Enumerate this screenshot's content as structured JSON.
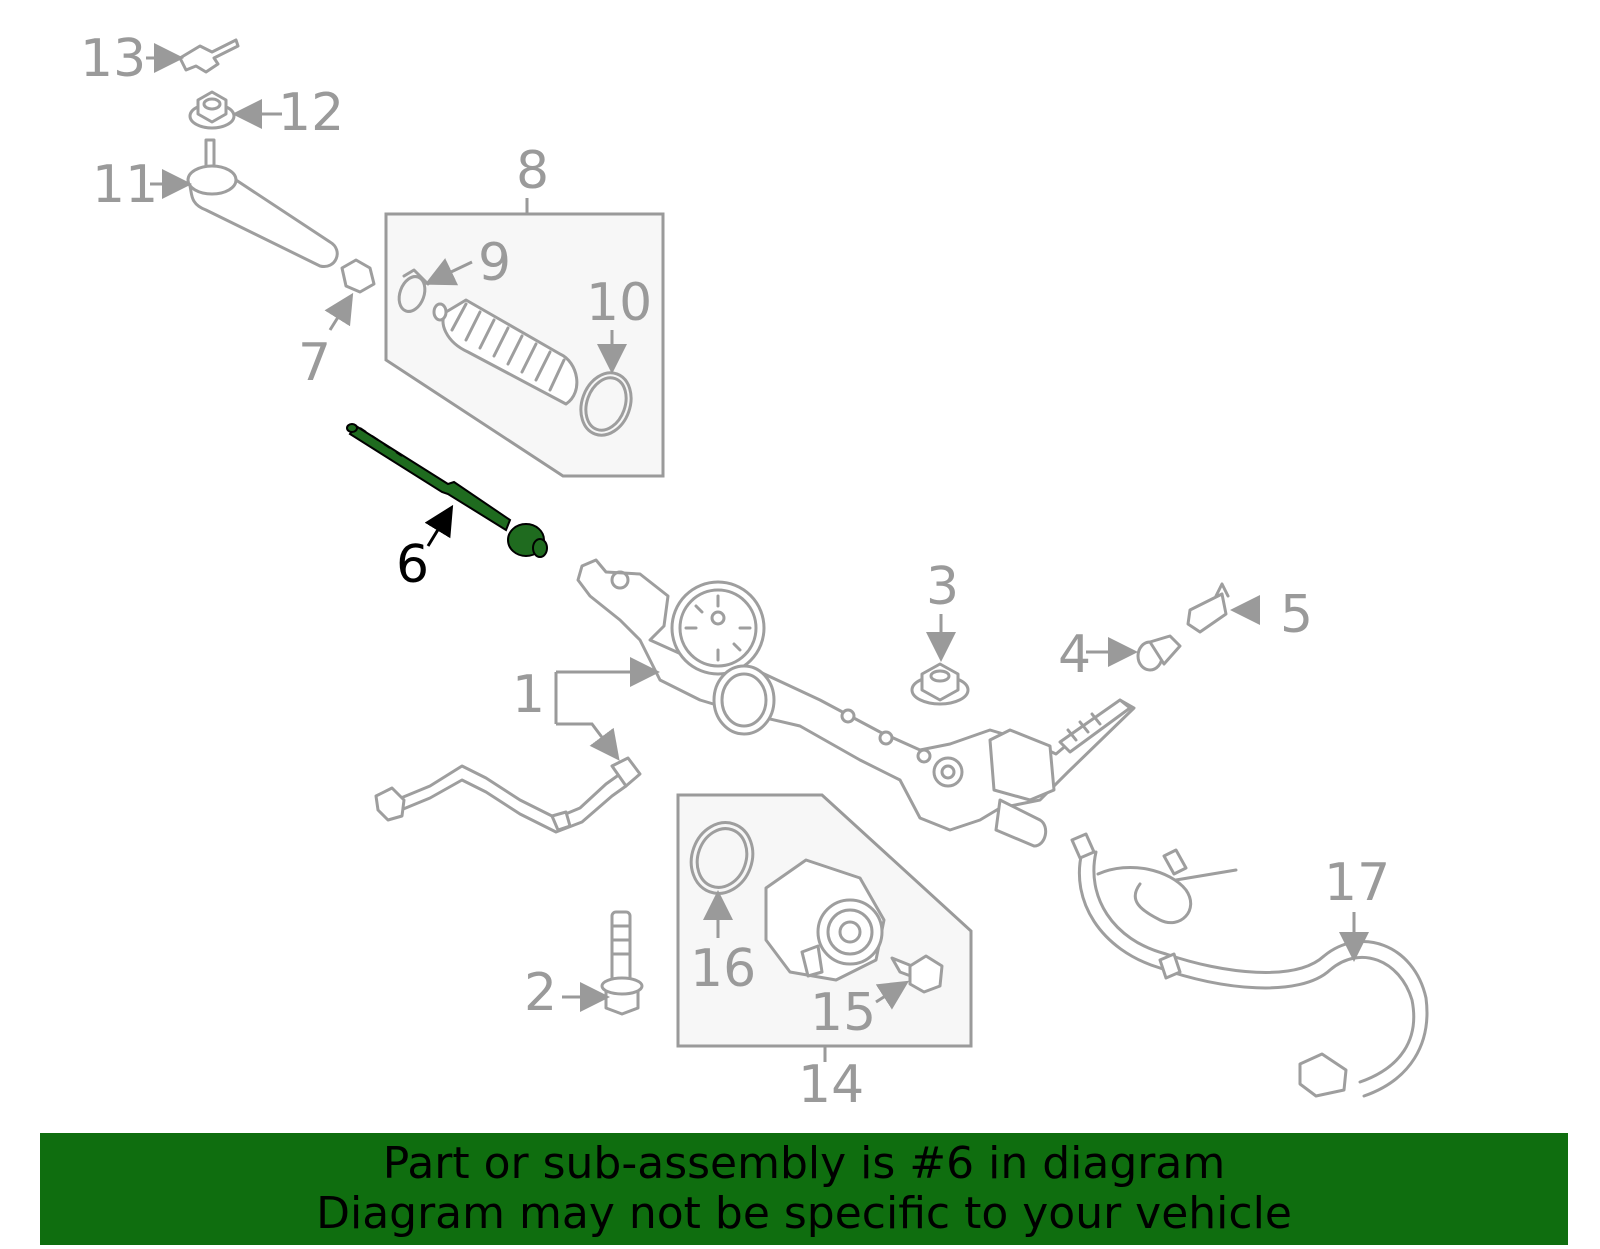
{
  "callouts": [
    {
      "id": "1",
      "label": "1"
    },
    {
      "id": "2",
      "label": "2"
    },
    {
      "id": "3",
      "label": "3"
    },
    {
      "id": "4",
      "label": "4"
    },
    {
      "id": "5",
      "label": "5"
    },
    {
      "id": "6",
      "label": "6",
      "highlighted": true
    },
    {
      "id": "7",
      "label": "7"
    },
    {
      "id": "8",
      "label": "8"
    },
    {
      "id": "9",
      "label": "9"
    },
    {
      "id": "10",
      "label": "10"
    },
    {
      "id": "11",
      "label": "11"
    },
    {
      "id": "12",
      "label": "12"
    },
    {
      "id": "13",
      "label": "13"
    },
    {
      "id": "14",
      "label": "14"
    },
    {
      "id": "15",
      "label": "15"
    },
    {
      "id": "16",
      "label": "16"
    },
    {
      "id": "17",
      "label": "17"
    }
  ],
  "colors": {
    "highlight_part": "#1f6b1f",
    "banner_background": "#0f6e0f",
    "line_gray": "#9e9e9e"
  },
  "banner": {
    "line1": "Part or sub-assembly is #6 in diagram",
    "line2": "Diagram may not be specific to your vehicle"
  }
}
